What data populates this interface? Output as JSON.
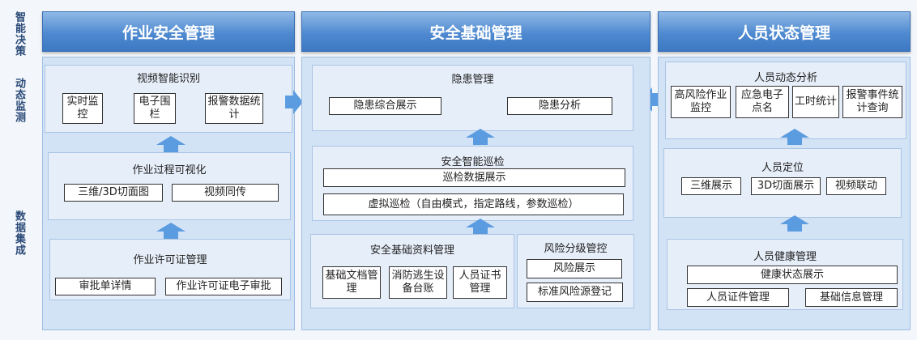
{
  "side_labels": {
    "top": "智能决策",
    "middle": "动态监测",
    "bottom": "数据集成"
  },
  "columns": {
    "left": {
      "header": "作业安全管理",
      "video": {
        "title": "视频智能识别",
        "items": [
          "实时监控",
          "电子围栏",
          "报警数据统计"
        ]
      },
      "process": {
        "title": "作业过程可视化",
        "items": [
          "三维/3D切面图",
          "视频同传"
        ]
      },
      "permit": {
        "title": "作业许可证管理",
        "items": [
          "审批单详情",
          "作业许可证电子审批"
        ]
      }
    },
    "middle": {
      "header": "安全基础管理",
      "hazard": {
        "title": "隐患管理",
        "items": [
          "隐患综合展示",
          "隐患分析"
        ]
      },
      "patrol": {
        "title": "安全智能巡检",
        "items": [
          "巡检数据展示",
          "虚拟巡检（自由模式，指定路线，参数巡检）"
        ]
      },
      "docs": {
        "title": "安全基础资料管理",
        "items": [
          "基础文档管理",
          "消防逃生设备台账",
          "人员证书管理"
        ]
      },
      "risk": {
        "title": "风险分级管控",
        "items": [
          "风险展示",
          "标准风险源登记"
        ]
      }
    },
    "right": {
      "header": "人员状态管理",
      "dynamic": {
        "title": "人员动态分析",
        "items": [
          "高风险作业监控",
          "应急电子点名",
          "工时统计",
          "报警事件统计查询"
        ]
      },
      "position": {
        "title": "人员定位",
        "items": [
          "三维展示",
          "3D切面展示",
          "视频联动"
        ]
      },
      "health": {
        "title": "人员健康管理",
        "items": [
          "健康状态展示",
          "人员证件管理",
          "基础信息管理"
        ]
      }
    }
  },
  "colors": {
    "header_top": "#8fb9e6",
    "header_bottom": "#3c78c4",
    "arrow": "#5b9be0",
    "column_bg": "#d2e3f6"
  }
}
